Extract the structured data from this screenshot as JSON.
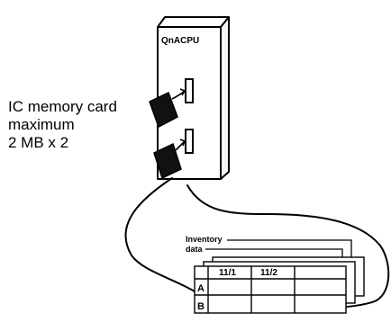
{
  "cpu": {
    "label": "QnACPU"
  },
  "memory_note": {
    "line1": "IC memory card",
    "line2": "maximum",
    "line3": "2 MB x 2"
  },
  "data_callout": {
    "line1": "Inventory",
    "line2": "data"
  },
  "table": {
    "columns": [
      "11/1",
      "11/2"
    ],
    "rows": [
      "A",
      "B"
    ]
  }
}
